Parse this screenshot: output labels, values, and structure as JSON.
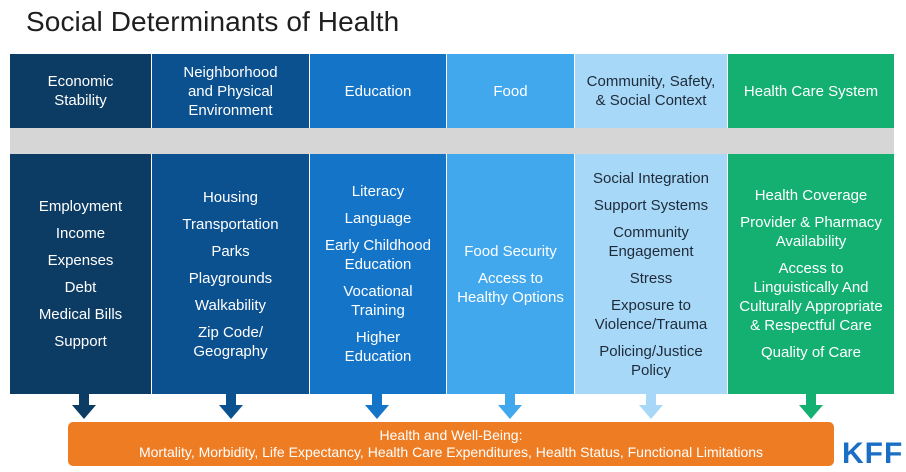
{
  "title": "Social Determinants of Health",
  "columns": [
    {
      "heading": "Economic\nStability",
      "color": "#0c3b63",
      "items": [
        "Employment",
        "Income",
        "Expenses",
        "Debt",
        "Medical Bills",
        "Support"
      ]
    },
    {
      "heading": "Neighborhood\nand Physical\nEnvironment",
      "color": "#0b508f",
      "items": [
        "Housing",
        "Transportation",
        "Parks",
        "Playgrounds",
        "Walkability",
        "Zip Code/\nGeography"
      ]
    },
    {
      "heading": "Education",
      "color": "#1474c8",
      "items": [
        "Literacy",
        "Language",
        "Early Childhood\nEducation",
        "Vocational\nTraining",
        "Higher\nEducation"
      ]
    },
    {
      "heading": "Food",
      "color": "#41a8ee",
      "items": [
        "Food Security",
        "Access to\nHealthy Options"
      ]
    },
    {
      "heading": "Community, Safety,\n& Social Context",
      "color": "#a7d8f7",
      "items": [
        "Social Integration",
        "Support Systems",
        "Community\nEngagement",
        "Stress",
        "Exposure to\nViolence/Trauma",
        "Policing/Justice\nPolicy"
      ]
    },
    {
      "heading": "Health Care System",
      "color": "#14b072",
      "items": [
        "Health Coverage",
        "Provider & Pharmacy\nAvailability",
        "Access to\nLinguistically And\nCulturally Appropriate\n& Respectful Care",
        "Quality of Care"
      ]
    }
  ],
  "outcome": {
    "heading": "Health and Well-Being:",
    "text": "Mortality, Morbidity, Life Expectancy, Health Care Expenditures, Health Status, Functional Limitations",
    "color": "#ee7c23"
  },
  "logo": "KFF"
}
